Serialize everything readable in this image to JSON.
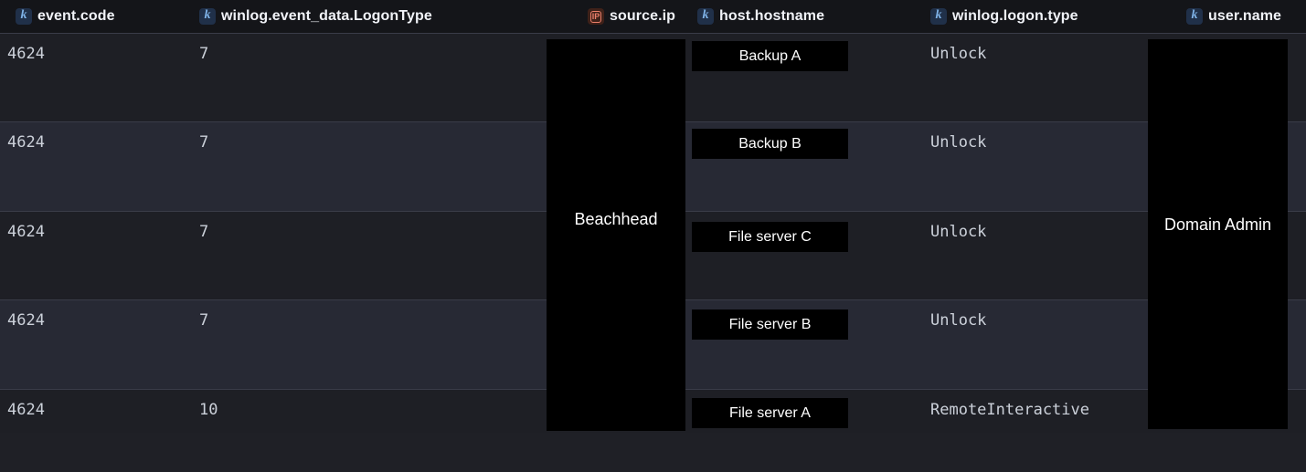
{
  "table": {
    "columns": [
      {
        "label": "event.code",
        "type": "keyword"
      },
      {
        "label": "winlog.event_data.LogonType",
        "type": "keyword"
      },
      {
        "label": "source.ip",
        "type": "ip"
      },
      {
        "label": "host.hostname",
        "type": "keyword"
      },
      {
        "label": "winlog.logon.type",
        "type": "keyword"
      },
      {
        "label": "user.name",
        "type": "keyword"
      }
    ],
    "rows": [
      {
        "event_code": "4624",
        "logon_type_code": "7",
        "logon_type": "Unlock"
      },
      {
        "event_code": "4624",
        "logon_type_code": "7",
        "logon_type": "Unlock"
      },
      {
        "event_code": "4624",
        "logon_type_code": "7",
        "logon_type": "Unlock"
      },
      {
        "event_code": "4624",
        "logon_type_code": "7",
        "logon_type": "Unlock"
      },
      {
        "event_code": "4624",
        "logon_type_code": "10",
        "logon_type": "RemoteInteractive"
      }
    ]
  },
  "icons": {
    "keyword_glyph": "k",
    "ip_glyph": "IP"
  },
  "redactions": {
    "source_ip_label": "Beachhead",
    "user_name_label": "Domain Admin",
    "host_labels": [
      "Backup A",
      "Backup B",
      "File server C",
      "File server B",
      "File server A"
    ]
  },
  "colors": {
    "header_bg": "#141519",
    "row_dark": "#1e1f25",
    "row_light": "#272934",
    "separator": "#3a3c48",
    "cell_text": "#ccd1da",
    "header_text": "#f1f3f8",
    "keyword_badge_bg": "#203049",
    "keyword_badge_fg": "#7fb3e8",
    "ip_badge_bg": "#3f2119",
    "ip_badge_fg": "#ec7f6b",
    "redaction_bg": "#000000",
    "redaction_fg": "#ffffff"
  }
}
